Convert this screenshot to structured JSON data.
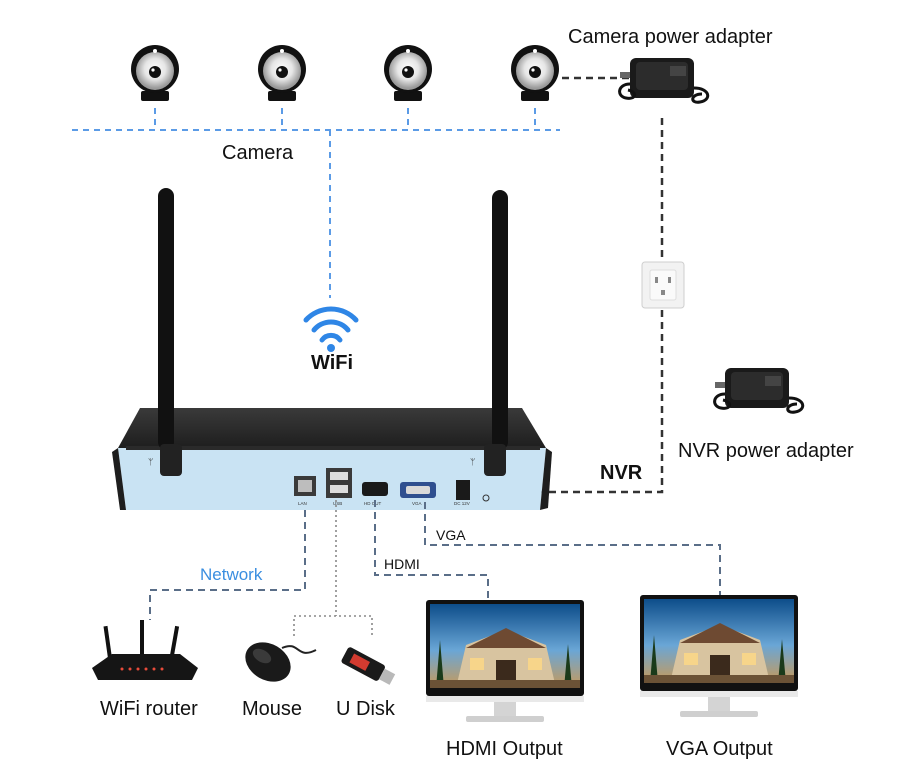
{
  "labels": {
    "camera_power_adapter": "Camera power adapter",
    "camera": "Camera",
    "wifi": "WiFi",
    "nvr": "NVR",
    "nvr_power_adapter": "NVR power adapter",
    "network": "Network",
    "vga": "VGA",
    "hdmi": "HDMI",
    "wifi_router": "WiFi router",
    "mouse": "Mouse",
    "u_disk": "U Disk",
    "hdmi_output": "HDMI Output",
    "vga_output": "VGA Output"
  },
  "ports": {
    "lan": "LAN",
    "usb": "USB",
    "hdmi": "HD OUT",
    "vga": "VGA",
    "dc": "DC 12V"
  },
  "colors": {
    "wifi_link": "#5b9be6",
    "power_link": "#333333",
    "video_link": "#5a6e88",
    "nvr_body": "#2a2a2a",
    "nvr_panel": "#c9e3f3",
    "wifi_icon": "#2f86e6"
  },
  "icons": [
    "camera-icon",
    "power-adapter-icon",
    "wall-socket-icon",
    "wifi-icon",
    "router-icon",
    "mouse-icon",
    "usb-disk-icon",
    "monitor-icon"
  ]
}
